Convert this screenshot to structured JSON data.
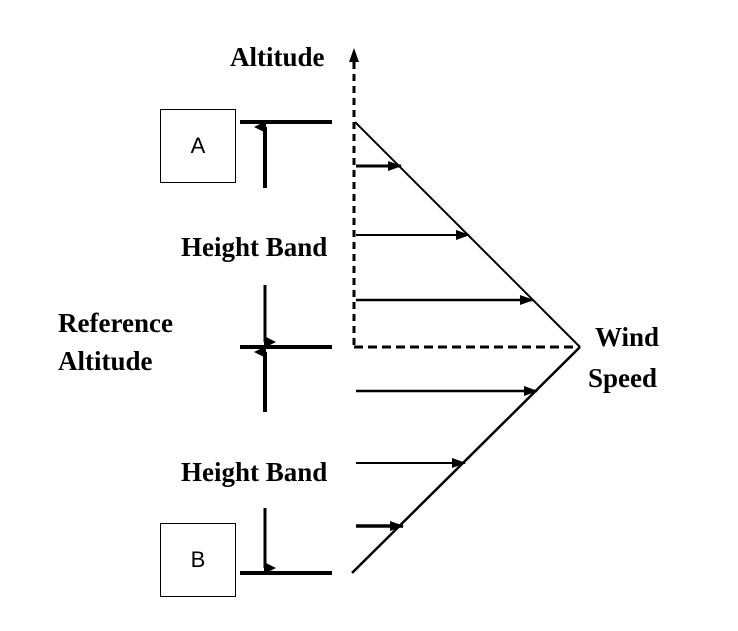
{
  "labels": {
    "axis_top": "Altitude",
    "height_band_upper": "Height Band",
    "height_band_lower": "Height Band",
    "reference_altitude_line1": "Reference",
    "reference_altitude_line2": "Altitude",
    "wind_speed_line1": "Wind",
    "wind_speed_line2": "Speed"
  },
  "boxes": {
    "a": "A",
    "b": "B"
  },
  "colors": {
    "ink": "#000000",
    "background": "#ffffff"
  }
}
